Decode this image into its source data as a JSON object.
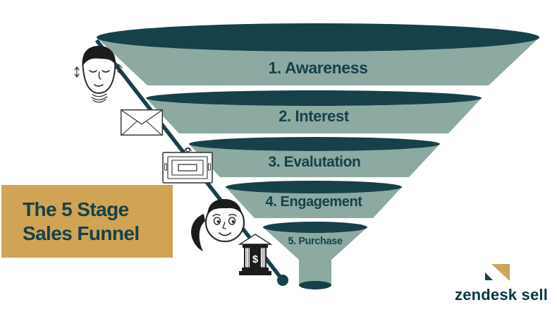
{
  "colors": {
    "dark_teal": "#164149",
    "sage_green": "#8caaa2",
    "gold": "#d0a355",
    "brand_ink": "#053840",
    "background": "#ffffff"
  },
  "title_box": {
    "lines": [
      "The 5 Stage",
      "Sales Funnel"
    ]
  },
  "funnel": {
    "stages": [
      {
        "label": "1. Awareness"
      },
      {
        "label": "2. Interest"
      },
      {
        "label": "3. Evalutation"
      },
      {
        "label": "4. Engagement"
      },
      {
        "label": "5. Purchase"
      }
    ]
  },
  "journey_icons": [
    "listening-face-icon",
    "envelope-icon",
    "tv-screen-icon",
    "customer-face-icon",
    "bank-icon"
  ],
  "icons": {
    "bank_dollar_symbol": "$"
  },
  "brand": {
    "name": "zendesk sell"
  }
}
